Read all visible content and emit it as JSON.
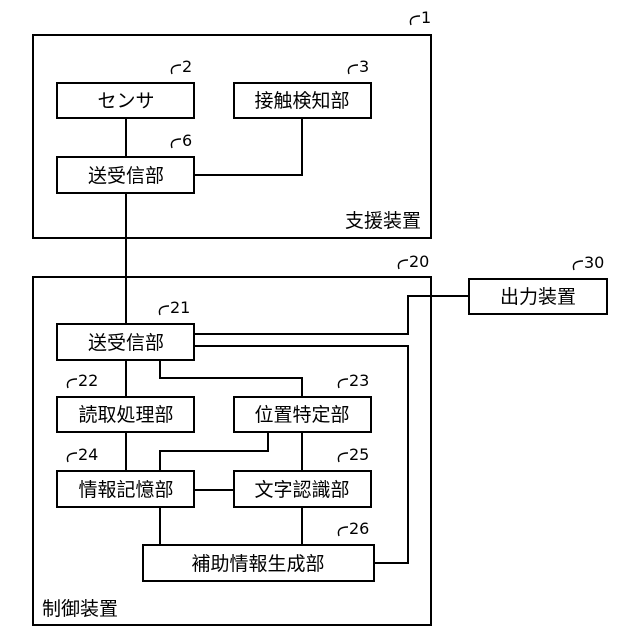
{
  "support_device": {
    "label": "支援装置",
    "ref": "1"
  },
  "sensor": {
    "label": "センサ",
    "ref": "2"
  },
  "contact_detector": {
    "label": "接触検知部",
    "ref": "3"
  },
  "transceiver_support": {
    "label": "送受信部",
    "ref": "6"
  },
  "control_device": {
    "label": "制御装置",
    "ref": "20"
  },
  "output_device": {
    "label": "出力装置",
    "ref": "30"
  },
  "transceiver_control": {
    "label": "送受信部",
    "ref": "21"
  },
  "reading_processor": {
    "label": "読取処理部",
    "ref": "22"
  },
  "position_identifier": {
    "label": "位置特定部",
    "ref": "23"
  },
  "info_storage": {
    "label": "情報記憶部",
    "ref": "24"
  },
  "char_recognizer": {
    "label": "文字認識部",
    "ref": "25"
  },
  "aux_info_generator": {
    "label": "補助情報生成部",
    "ref": "26"
  }
}
